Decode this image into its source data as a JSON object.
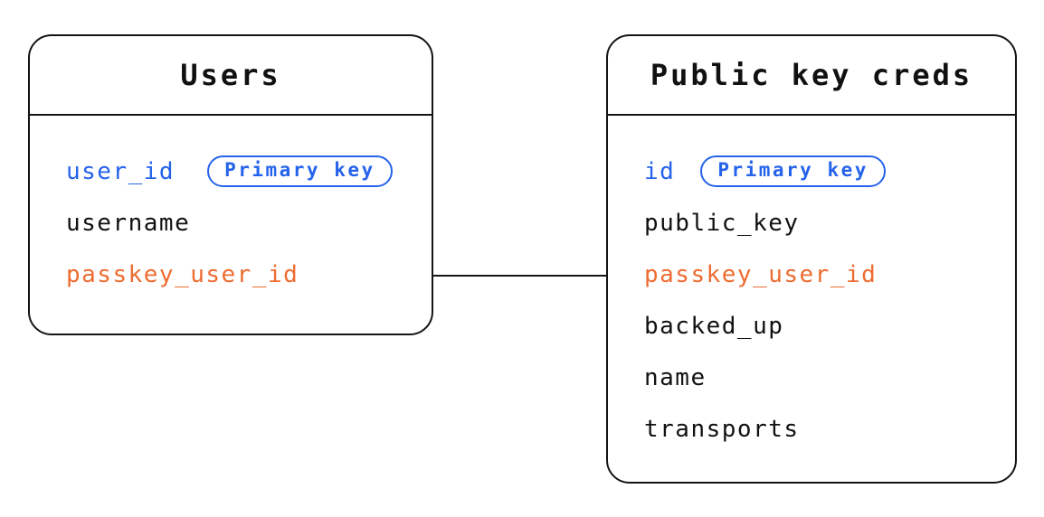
{
  "diagram": {
    "colors": {
      "primary_key_blue": "#2563EB",
      "foreign_key_orange": "#ED6C31",
      "text_black": "#111111",
      "border_black": "#141414",
      "background": "#ffffff"
    },
    "entities": {
      "users": {
        "title": "Users",
        "fields": [
          {
            "name": "user_id",
            "badge": "Primary key",
            "emphasis": "primary-key"
          },
          {
            "name": "username",
            "emphasis": "normal"
          },
          {
            "name": "passkey_user_id",
            "emphasis": "foreign-key"
          }
        ]
      },
      "public_key_creds": {
        "title": "Public key creds",
        "fields": [
          {
            "name": "id",
            "badge": "Primary key",
            "emphasis": "primary-key"
          },
          {
            "name": "public_key",
            "emphasis": "normal"
          },
          {
            "name": "passkey_user_id",
            "emphasis": "foreign-key"
          },
          {
            "name": "backed_up",
            "emphasis": "normal"
          },
          {
            "name": "name",
            "emphasis": "normal"
          },
          {
            "name": "transports",
            "emphasis": "normal"
          }
        ]
      }
    },
    "connector": {
      "from": "users.passkey_user_id",
      "to": "public_key_creds.passkey_user_id"
    }
  }
}
